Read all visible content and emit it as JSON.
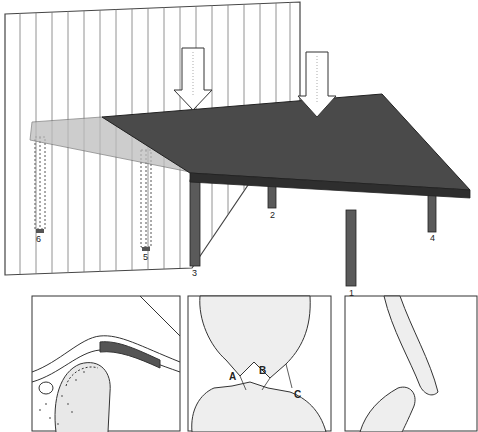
{
  "diagram": {
    "labels": [
      "6",
      "5",
      "3",
      "2",
      "1",
      "4",
      "A",
      "B",
      "C"
    ]
  }
}
